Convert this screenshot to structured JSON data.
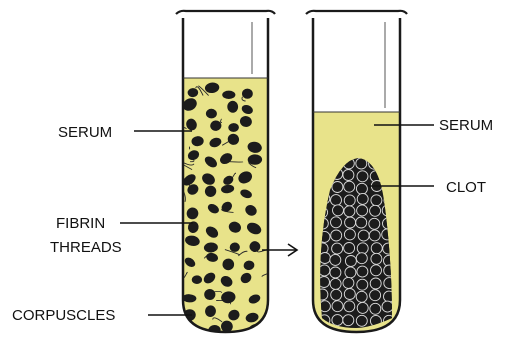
{
  "left_tube": {
    "labels": {
      "serum": "SERUM",
      "fibrin_line1": "FIBRIN",
      "fibrin_line2": "THREADS",
      "corpuscles": "CORPUSCLES"
    }
  },
  "right_tube": {
    "labels": {
      "serum": "SERUM",
      "clot": "CLOT"
    }
  },
  "colors": {
    "serum": "#e8e38a",
    "glass": "#ffffff",
    "outline": "#1a1a1a",
    "corpuscle": "#1c1c1c",
    "clot_highlight": "#d9d9d9"
  }
}
